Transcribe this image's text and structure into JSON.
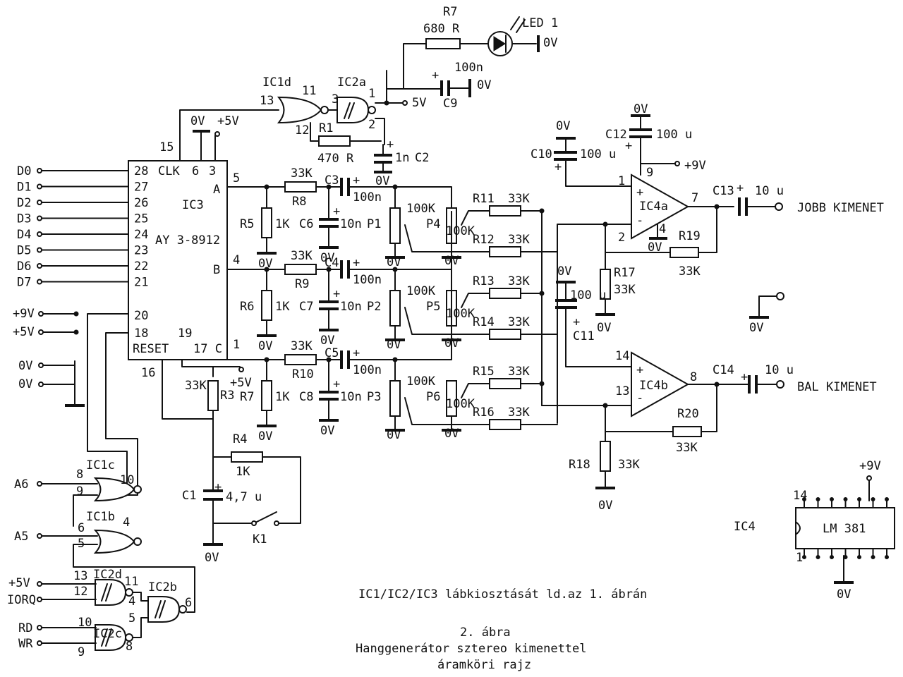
{
  "caption": {
    "note": "IC1/IC2/IC3 lábkiosztását ld.az 1. ábrán",
    "figure": "2. ábra",
    "line1": "Hanggenerátor  sztereo kimenettel",
    "line2": "áramköri rajz"
  },
  "ic3": {
    "name": "IC3",
    "part": "AY 3-8912",
    "clk": "CLK",
    "pin6": "6",
    "pin3": "3",
    "reset": "RESET",
    "pin15": "15",
    "pin16": "16",
    "pin17c": "17 C",
    "pin19": "19",
    "pin20": "20",
    "pin18": "18",
    "pinA": "A",
    "pinB": "B",
    "pin5": "5",
    "pin4": "4",
    "pin1": "1",
    "data_pins": [
      {
        "net": "D0",
        "pin": "28"
      },
      {
        "net": "D1",
        "pin": "27"
      },
      {
        "net": "D2",
        "pin": "26"
      },
      {
        "net": "D3",
        "pin": "25"
      },
      {
        "net": "D4",
        "pin": "24"
      },
      {
        "net": "D5",
        "pin": "23"
      },
      {
        "net": "D6",
        "pin": "22"
      },
      {
        "net": "D7",
        "pin": "21"
      }
    ]
  },
  "supply": {
    "v9": "+9V",
    "v5": "+5V",
    "v5b": "5V",
    "zero": "0V",
    "zero_a": "0V",
    "zero_b": "0V"
  },
  "labels": {
    "R1": "R1",
    "R1v": "470 R",
    "R3": "R3",
    "R3v": "33K",
    "R4": "R4",
    "R4v": "1K",
    "R5": "R5",
    "R5v": "1K",
    "R6": "R6",
    "R6v": "1K",
    "R7": "R7",
    "R7v": "1K",
    "R7top": "R7",
    "R7topv": "680 R",
    "R8": "R8",
    "R8v": "33K",
    "R9": "R9",
    "R9v": "33K",
    "R10": "R10",
    "R10v": "33K",
    "R11": "R11",
    "R11v": "33K",
    "R12": "R12",
    "R12v": "33K",
    "R13": "R13",
    "R13v": "33K",
    "R14": "R14",
    "R14v": "33K",
    "R15": "R15",
    "R15v": "33K",
    "R16": "R16",
    "R16v": "33K",
    "R17": "R17",
    "R17v": "33K",
    "R18": "R18",
    "R18v": "33K",
    "R19": "R19",
    "R19v": "33K",
    "R20": "R20",
    "R20v": "33K",
    "P1": "P1",
    "P1v": "100K",
    "P2": "P2",
    "P2v": "100K",
    "P3": "P3",
    "P3v": "100K",
    "P4": "P4",
    "P4v": "100K",
    "P5": "P5",
    "P5v": "100K",
    "P6": "P6",
    "P6v": "100K",
    "C1": "C1",
    "C1v": "4,7 u",
    "C2": "C2",
    "C2v": "1n",
    "C3": "C3",
    "C3v": "100n",
    "C4": "C4",
    "C4v": "100n",
    "C5": "C5",
    "C5v": "100n",
    "C6": "C6",
    "C6v": "10n",
    "C7": "C7",
    "C7v": "10n",
    "C8": "C8",
    "C8v": "10n",
    "C9": "C9",
    "C9v": "100n",
    "C10": "C10",
    "C10v": "100 u",
    "C11": "C11",
    "C11v": "100 u",
    "C12": "C12",
    "C12v": "100 u",
    "C13": "C13",
    "C13v": "10 u",
    "C14": "C14",
    "C14v": "10 u",
    "LED1": "LED 1",
    "K1": "K1",
    "IC1b": "IC1b",
    "IC1c": "IC1c",
    "IC1d": "IC1d",
    "IC2a": "IC2a",
    "IC2b": "IC2b",
    "IC2c": "IC2c",
    "IC2d": "IC2d",
    "IC4a": "IC4a",
    "IC4b": "IC4b",
    "IC4": "IC4",
    "LM381": "LM 381",
    "A6": "A6",
    "A5": "A5",
    "IORQ": "IORQ",
    "RD": "RD",
    "WR": "WR",
    "jobb": "JOBB KIMENET",
    "bal": "BAL KIMENET",
    "n13": "13",
    "n11": "11",
    "n12": "12",
    "n3": "3",
    "n1": "1",
    "n2": "2",
    "n8": "8",
    "n9": "9",
    "n10": "10",
    "n6": "6",
    "n5": "5",
    "n4": "4",
    "n7": "7",
    "n14": "14",
    "plus": "+",
    "minus": "-"
  }
}
